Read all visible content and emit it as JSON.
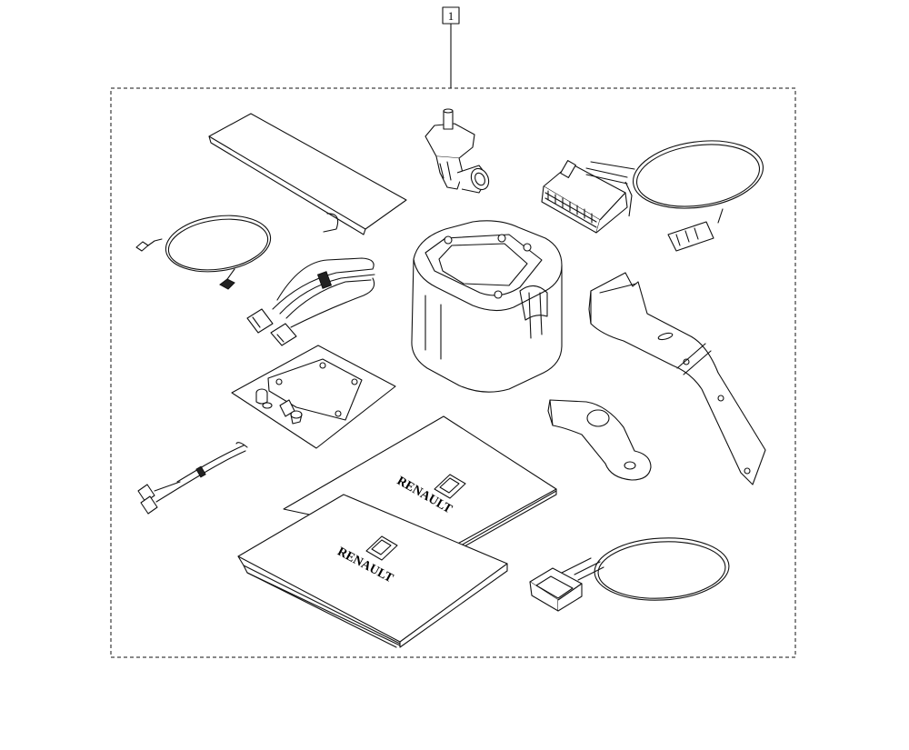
{
  "callout": {
    "number": "1"
  },
  "manuals": {
    "brand_text_back": "RENAULT",
    "brand_text_front": "RENAULT"
  }
}
